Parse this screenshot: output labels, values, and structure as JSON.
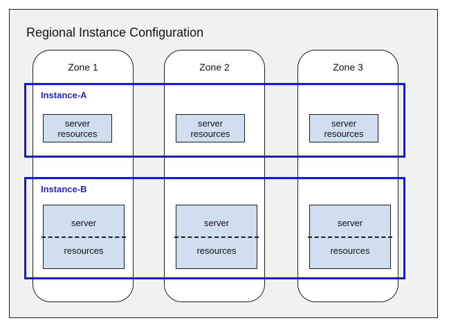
{
  "diagram": {
    "title": "Regional Instance Configuration",
    "colors": {
      "frame_background": "#f1f1f1",
      "frame_border": "#1a1a1a",
      "zone_background": "#ffffff",
      "zone_border": "#1a1a1a",
      "instance_border": "#1414e6",
      "instance_label": "#2222e0",
      "resource_fill": "#cfdff0",
      "resource_border": "#1a1a1a",
      "page_background": "#ffffff"
    },
    "zones": [
      {
        "label": "Zone 1"
      },
      {
        "label": "Zone 2"
      },
      {
        "label": "Zone 3"
      }
    ],
    "instances": [
      {
        "label": "Instance-A",
        "style": "solid",
        "resources": [
          {
            "line1": "server",
            "line2": "resources"
          },
          {
            "line1": "server",
            "line2": "resources"
          },
          {
            "line1": "server",
            "line2": "resources"
          }
        ]
      },
      {
        "label": "Instance-B",
        "style": "dashed-divider",
        "resources": [
          {
            "line1": "server",
            "line2": "resources"
          },
          {
            "line1": "server",
            "line2": "resources"
          },
          {
            "line1": "server",
            "line2": "resources"
          }
        ]
      }
    ]
  }
}
